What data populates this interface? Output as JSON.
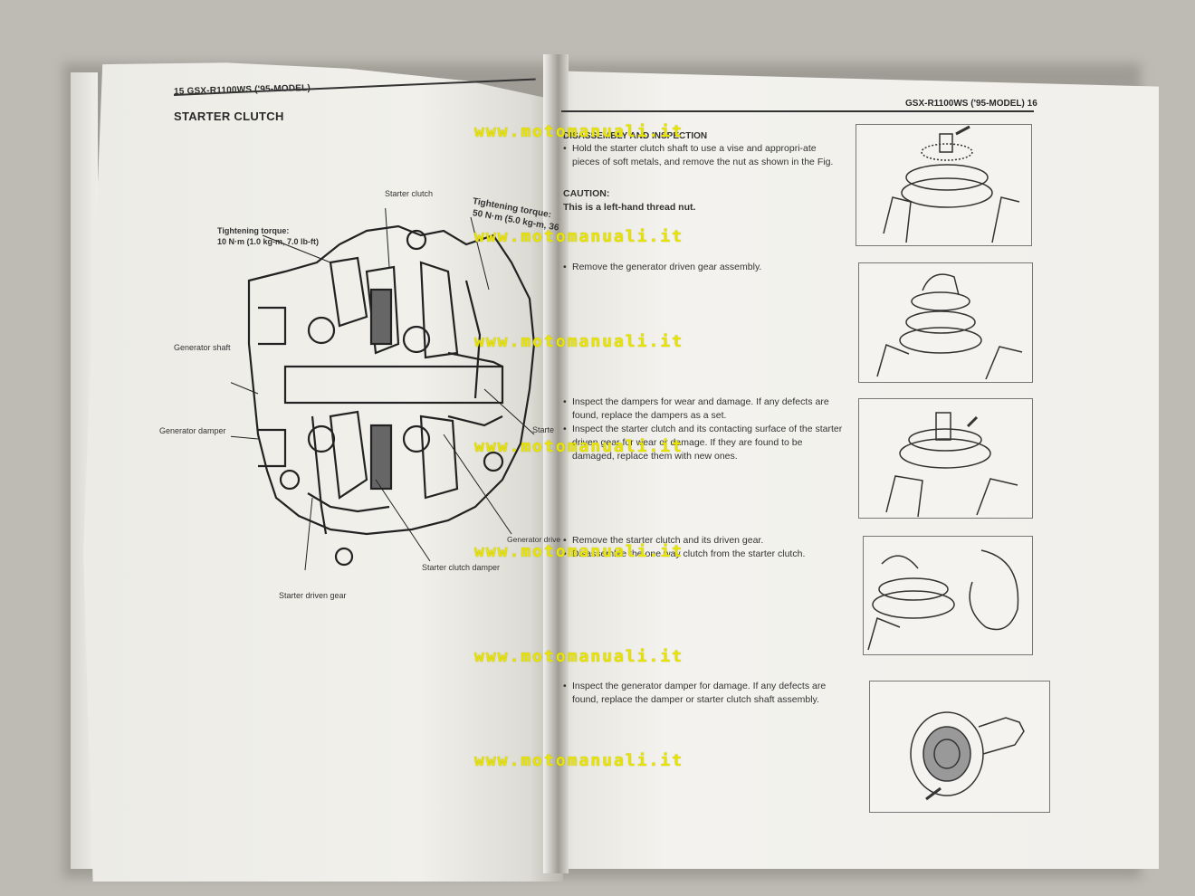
{
  "left_page": {
    "header": "15 GSX-R1100WS ('95-MODEL)",
    "title": "STARTER CLUTCH",
    "labels": {
      "starter_clutch": "Starter clutch",
      "torque_small_1": "Tightening torque:",
      "torque_small_2": "10 N·m (1.0 kg-m, 7.0 lb-ft)",
      "torque_large_1": "Tightening torque:",
      "torque_large_2": "50 N·m (5.0 kg-m, 36",
      "generator_shaft": "Generator shaft",
      "generator_damper": "Generator damper",
      "starter_right": "Starte",
      "generator_drive": "Generator drive",
      "starter_clutch_damper": "Starter clutch damper",
      "starter_driven_gear": "Starter driven gear"
    }
  },
  "right_page": {
    "header": "GSX-R1100WS ('95-MODEL) 16",
    "section_title": "DISASSEMBLY AND INSPECTION",
    "steps": [
      {
        "bullets": [
          "Hold the starter clutch shaft to use a vise and appropri-ate pieces of soft metals, and remove the nut as shown in the Fig."
        ]
      },
      {
        "caution_title": "CAUTION:",
        "caution_text": "This is a left-hand thread nut."
      },
      {
        "bullets": [
          "Remove the generator driven gear assembly."
        ]
      },
      {
        "bullets": [
          "Inspect the dampers for wear and damage. If any defects are found, replace the dampers as a set.",
          "Inspect the starter clutch and its contacting surface of the starter driven gear for wear or damage. If they are found to be damaged, replace them with new ones."
        ]
      },
      {
        "bullets": [
          "Remove the starter clutch and its driven gear.",
          "Disassemble the one way clutch from the starter clutch."
        ]
      },
      {
        "bullets": [
          "Inspect the generator damper for damage. If any defects are found, replace the damper or starter clutch shaft assembly."
        ]
      }
    ]
  },
  "watermark": "www.motomanuali.it",
  "colors": {
    "watermark": "#e8e400",
    "paper": "#f1f0eb",
    "background": "#bdbbb3"
  }
}
